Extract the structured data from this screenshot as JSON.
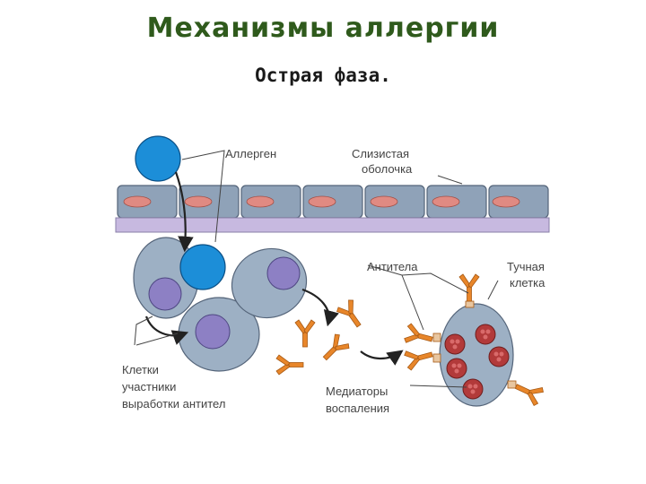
{
  "header": {
    "title": "Механизмы аллергии",
    "subtitle": "Острая фаза."
  },
  "labels": {
    "allergen": "Аллерген",
    "mucosa_line1": "Слизистая",
    "mucosa_line2": "оболочка",
    "antibodies": "Антитела",
    "mast_line1": "Тучная",
    "mast_line2": "клетка",
    "cells_line1": "Клетки",
    "cells_line2": "участники",
    "cells_line3": "выработки антител",
    "mediators_line1": "Медиаторы",
    "mediators_line2": "воспаления"
  },
  "colors": {
    "title": "#2f5a1c",
    "epithelium": "#8fa2b8",
    "nucleus_pink": "#e08a82",
    "membrane": "#c7b9e0",
    "allergen": "#1c8ed8",
    "cell_body": "#9db0c4",
    "cell_nucleus": "#8d80c4",
    "antibody": "#e8862a",
    "granule": "#b23a3a"
  }
}
